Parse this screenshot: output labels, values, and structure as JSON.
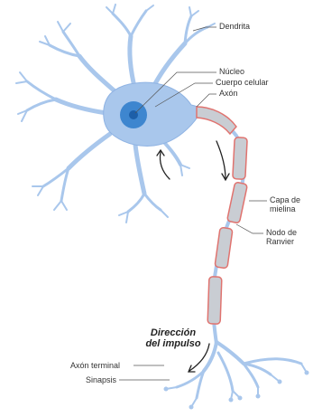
{
  "labels": {
    "dendrita": "Dendrita",
    "nucleo": "Núcleo",
    "cuerpo_celular": "Cuerpo celular",
    "axon": "Axón",
    "capa_line1": "Capa de",
    "capa_line2": "mielina",
    "nodo_line1": "Nodo de",
    "nodo_line2": "Ranvier",
    "direccion_line1": "Dirección",
    "direccion_line2": "del impulso",
    "axon_terminal": "Axón terminal",
    "sinapsis": "Sinapsis"
  },
  "colors": {
    "neuron_fill": "#a9c7ec",
    "neuron_stroke": "#6f9bd6",
    "nucleus_outer": "#3e86cf",
    "nucleus_inner": "#1d5fa8",
    "myelin_stroke": "#e0736f",
    "myelin_fill": "#c9cdd3",
    "leader_line": "#555555",
    "arrow": "#222222"
  }
}
